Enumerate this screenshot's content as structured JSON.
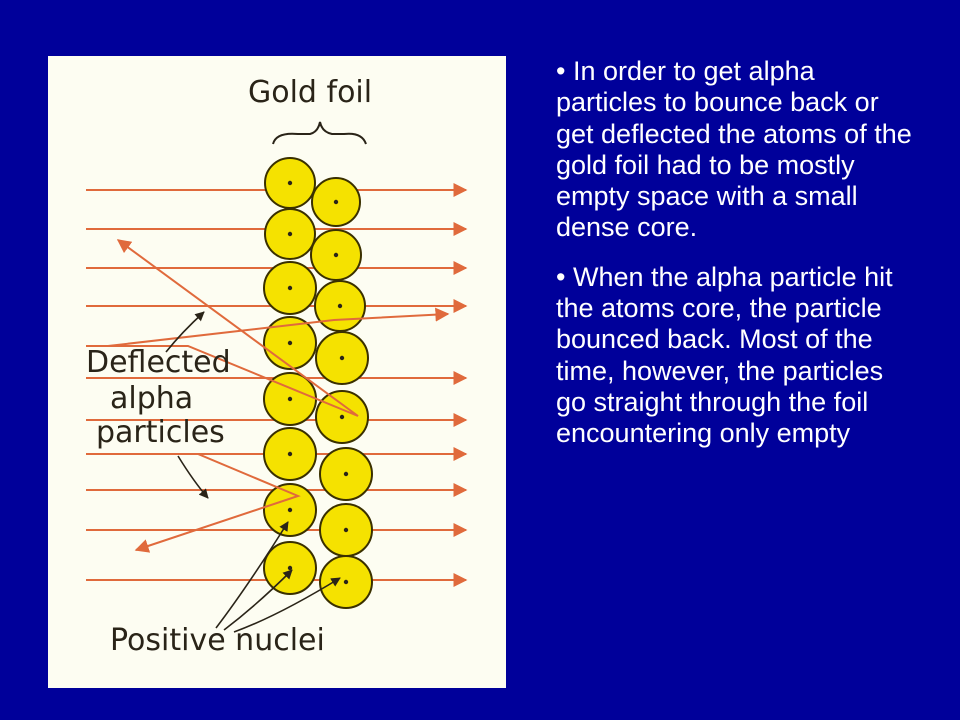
{
  "diagram": {
    "labels": {
      "gold_foil": "Gold foil",
      "deflected": [
        "Deflected",
        "alpha",
        "particles"
      ],
      "positive_nuclei": "Positive nuclei"
    },
    "colors": {
      "arrow": "#e06a3c",
      "atom_fill": "#f5e200",
      "atom_stroke": "#3a3000",
      "paper": "#fdfdf2"
    }
  },
  "text": {
    "paragraph_1": "• In order to get alpha particles to bounce back or get deflected the atoms of the gold foil had to be mostly empty space with a small dense core.",
    "paragraph_2": "• When the alpha particle hit the atoms core, the particle bounced back. Most of the time, however, the particles go straight through the foil encountering only empty"
  }
}
